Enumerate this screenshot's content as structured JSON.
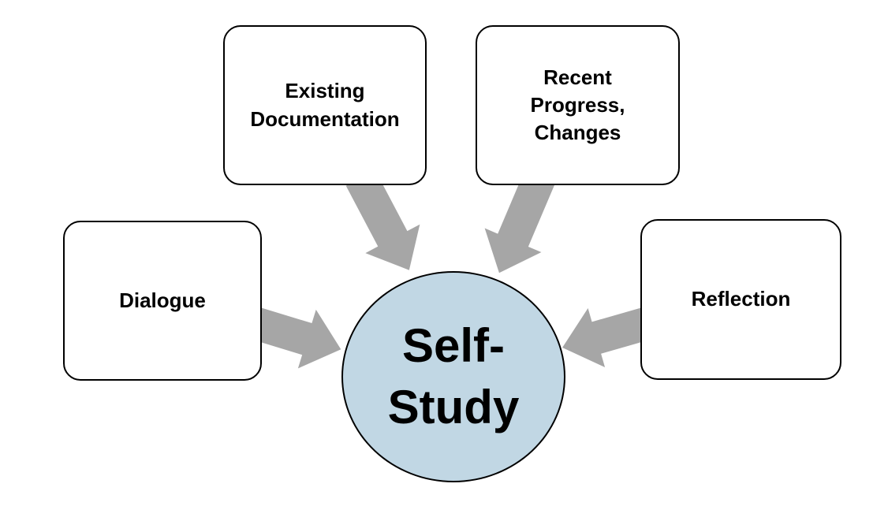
{
  "diagram": {
    "center_node": {
      "id": "self-study",
      "label": "Self-\nStudy",
      "shape": "circle",
      "fill": "#C1D7E4"
    },
    "source_nodes": [
      {
        "id": "existing-documentation",
        "label": "Existing\nDocumentation",
        "shape": "rounded-rectangle",
        "fill": "#FFFFFF"
      },
      {
        "id": "recent-progress-changes",
        "label": "Recent\nProgress,\nChanges",
        "shape": "rounded-rectangle",
        "fill": "#FFFFFF"
      },
      {
        "id": "dialogue",
        "label": "Dialogue",
        "shape": "rounded-rectangle",
        "fill": "#FFFFFF"
      },
      {
        "id": "reflection",
        "label": "Reflection",
        "shape": "rounded-rectangle",
        "fill": "#FFFFFF"
      }
    ],
    "connections": [
      {
        "from": "existing-documentation",
        "to": "self-study",
        "style": "thick-block-arrow"
      },
      {
        "from": "recent-progress-changes",
        "to": "self-study",
        "style": "thick-block-arrow"
      },
      {
        "from": "dialogue",
        "to": "self-study",
        "style": "thick-block-arrow"
      },
      {
        "from": "reflection",
        "to": "self-study",
        "style": "thick-block-arrow"
      }
    ],
    "colors": {
      "background": "#FFFFFF",
      "node_fill": "#FFFFFF",
      "node_border": "#000000",
      "center_fill": "#C1D7E4",
      "arrow_fill": "#A6A6A6",
      "text": "#000000"
    }
  }
}
